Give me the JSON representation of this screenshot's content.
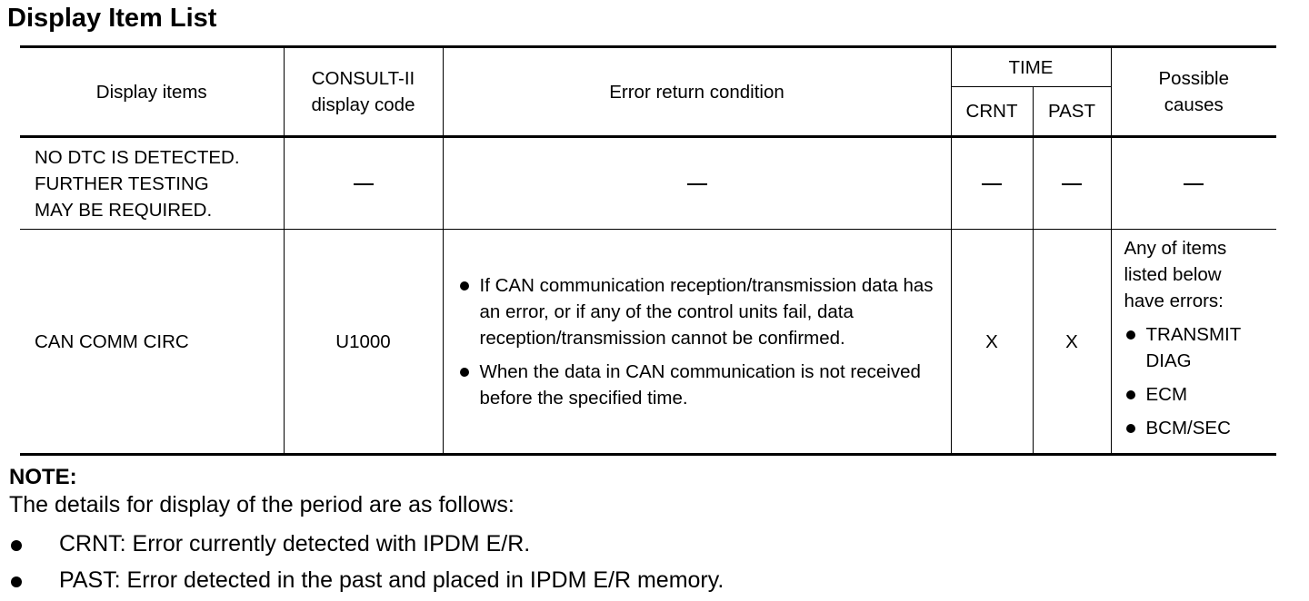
{
  "title": "Display Item List",
  "table": {
    "headers": {
      "display_items": "Display items",
      "consult_code": "CONSULT-II display code",
      "error_condition": "Error return condition",
      "time": "TIME",
      "crnt": "CRNT",
      "past": "PAST",
      "possible_causes": "Possible causes"
    },
    "rows": [
      {
        "display_item": [
          "NO DTC IS DETECTED.",
          "FURTHER TESTING",
          "MAY BE REQUIRED."
        ],
        "code": "—",
        "condition": "—",
        "crnt": "—",
        "past": "—",
        "causes": "—"
      },
      {
        "display_item": [
          "CAN COMM CIRC"
        ],
        "code": "U1000",
        "conditions": [
          "If CAN communication reception/transmission data has an error, or if any of the control units fail, data reception/transmission cannot be confirmed.",
          "When the data in CAN communication is not received before the specified time."
        ],
        "crnt": "X",
        "past": "X",
        "causes_intro": "Any of items listed below have errors:",
        "causes_list": [
          "TRANSMIT DIAG",
          "ECM",
          "BCM/SEC"
        ]
      }
    ]
  },
  "note": {
    "label": "NOTE:",
    "text": "The details for display of the period are as follows:",
    "items": [
      "CRNT: Error currently detected with IPDM E/R.",
      "PAST: Error detected in the past and placed in IPDM E/R memory."
    ]
  }
}
